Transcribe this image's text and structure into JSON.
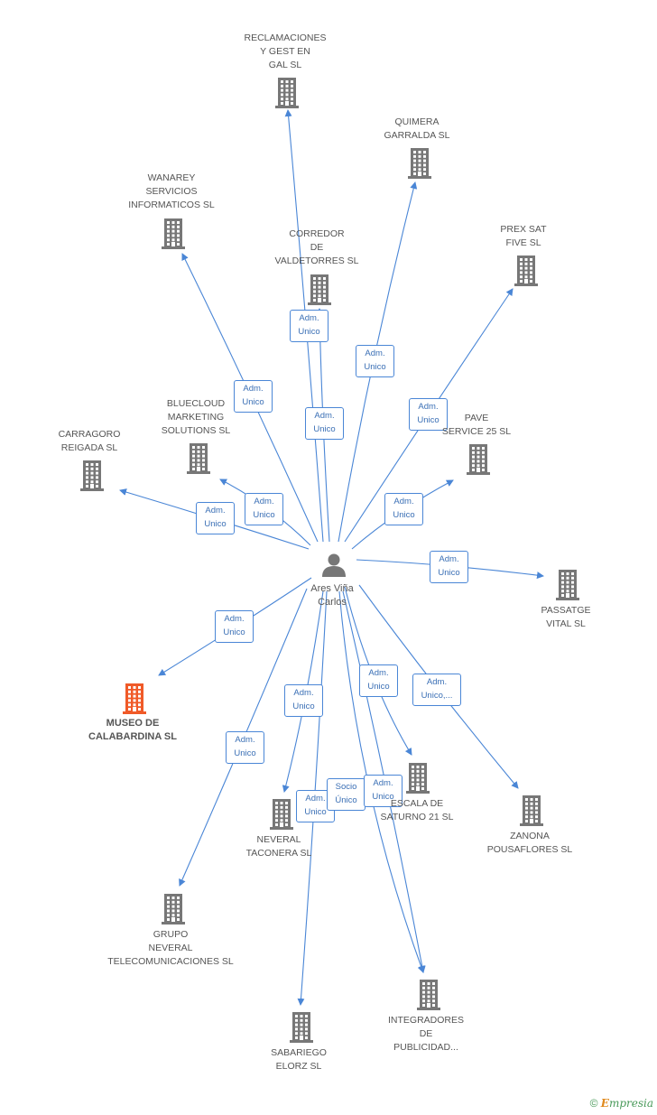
{
  "center": {
    "name": "Ares Viña\nCarlos"
  },
  "companies": [
    {
      "id": "reclamaciones",
      "label": "RECLAMACIONES\nY GEST EN\nGAL  SL",
      "highlight": false
    },
    {
      "id": "quimera",
      "label": "QUIMERA\nGARRALDA SL",
      "highlight": false
    },
    {
      "id": "wanarey",
      "label": "WANAREY\nSERVICIOS\nINFORMATICOS SL",
      "highlight": false
    },
    {
      "id": "corredor",
      "label": "CORREDOR\nDE\nVALDETORRES SL",
      "highlight": false
    },
    {
      "id": "prexsat",
      "label": "PREX SAT\nFIVE SL",
      "highlight": false
    },
    {
      "id": "bluecloud",
      "label": "BLUECLOUD\nMARKETING\nSOLUTIONS SL",
      "highlight": false
    },
    {
      "id": "pave",
      "label": "PAVE\nSERVICE 25 SL",
      "highlight": false
    },
    {
      "id": "carragoro",
      "label": "CARRAGORO\nREIGADA SL",
      "highlight": false
    },
    {
      "id": "passatge",
      "label": "PASSATGE\nVITAL SL",
      "highlight": false
    },
    {
      "id": "museo",
      "label": "MUSEO DE\nCALABARDINA SL",
      "highlight": true
    },
    {
      "id": "escala",
      "label": "ESCALA DE\nSATURNO 21 SL",
      "highlight": false
    },
    {
      "id": "zanona",
      "label": "ZANONA\nPOUSAFLORES SL",
      "highlight": false
    },
    {
      "id": "neveral",
      "label": "NEVERAL\nTACONERA SL",
      "highlight": false
    },
    {
      "id": "grupo",
      "label": "GRUPO\nNEVERAL\nTELECOMUNICACIONES SL",
      "highlight": false
    },
    {
      "id": "sabariego",
      "label": "SABARIEGO\nELORZ SL",
      "highlight": false
    },
    {
      "id": "integradores",
      "label": "INTEGRADORES\nDE\nPUBLICIDAD...",
      "highlight": false
    }
  ],
  "relations": [
    {
      "target": "reclamaciones",
      "label": "Adm.\nUnico"
    },
    {
      "target": "corredor",
      "label": "Adm.\nUnico"
    },
    {
      "target": "quimera",
      "label": "Adm.\nUnico"
    },
    {
      "target": "wanarey",
      "label": "Adm.\nUnico"
    },
    {
      "target": "prexsat",
      "label": "Adm.\nUnico"
    },
    {
      "target": "bluecloud",
      "label": "Adm.\nUnico"
    },
    {
      "target": "carragoro",
      "label": "Adm.\nUnico"
    },
    {
      "target": "pave",
      "label": "Adm.\nUnico"
    },
    {
      "target": "passatge",
      "label": "Adm.\nUnico"
    },
    {
      "target": "museo",
      "label": "Adm.\nUnico"
    },
    {
      "target": "escala",
      "label": "Adm.\nUnico"
    },
    {
      "target": "zanona",
      "label": "Adm.\nUnico,..."
    },
    {
      "target": "neveral",
      "label": "Adm.\nUnico"
    },
    {
      "target": "grupo",
      "label": "Adm.\nUnico"
    },
    {
      "target": "sabariego",
      "label": "Adm.\nUnico"
    },
    {
      "target": "integradores",
      "label": "Socio\nÚnico"
    },
    {
      "target": "integradores",
      "label": "Adm.\nUnico"
    }
  ],
  "colors": {
    "edge": "#4a86d6",
    "building": "#777777",
    "building_highlight": "#f05a28",
    "person": "#777777"
  },
  "footer": {
    "symbol": "©",
    "brand_initial": "E",
    "brand_rest": "mpresia"
  }
}
